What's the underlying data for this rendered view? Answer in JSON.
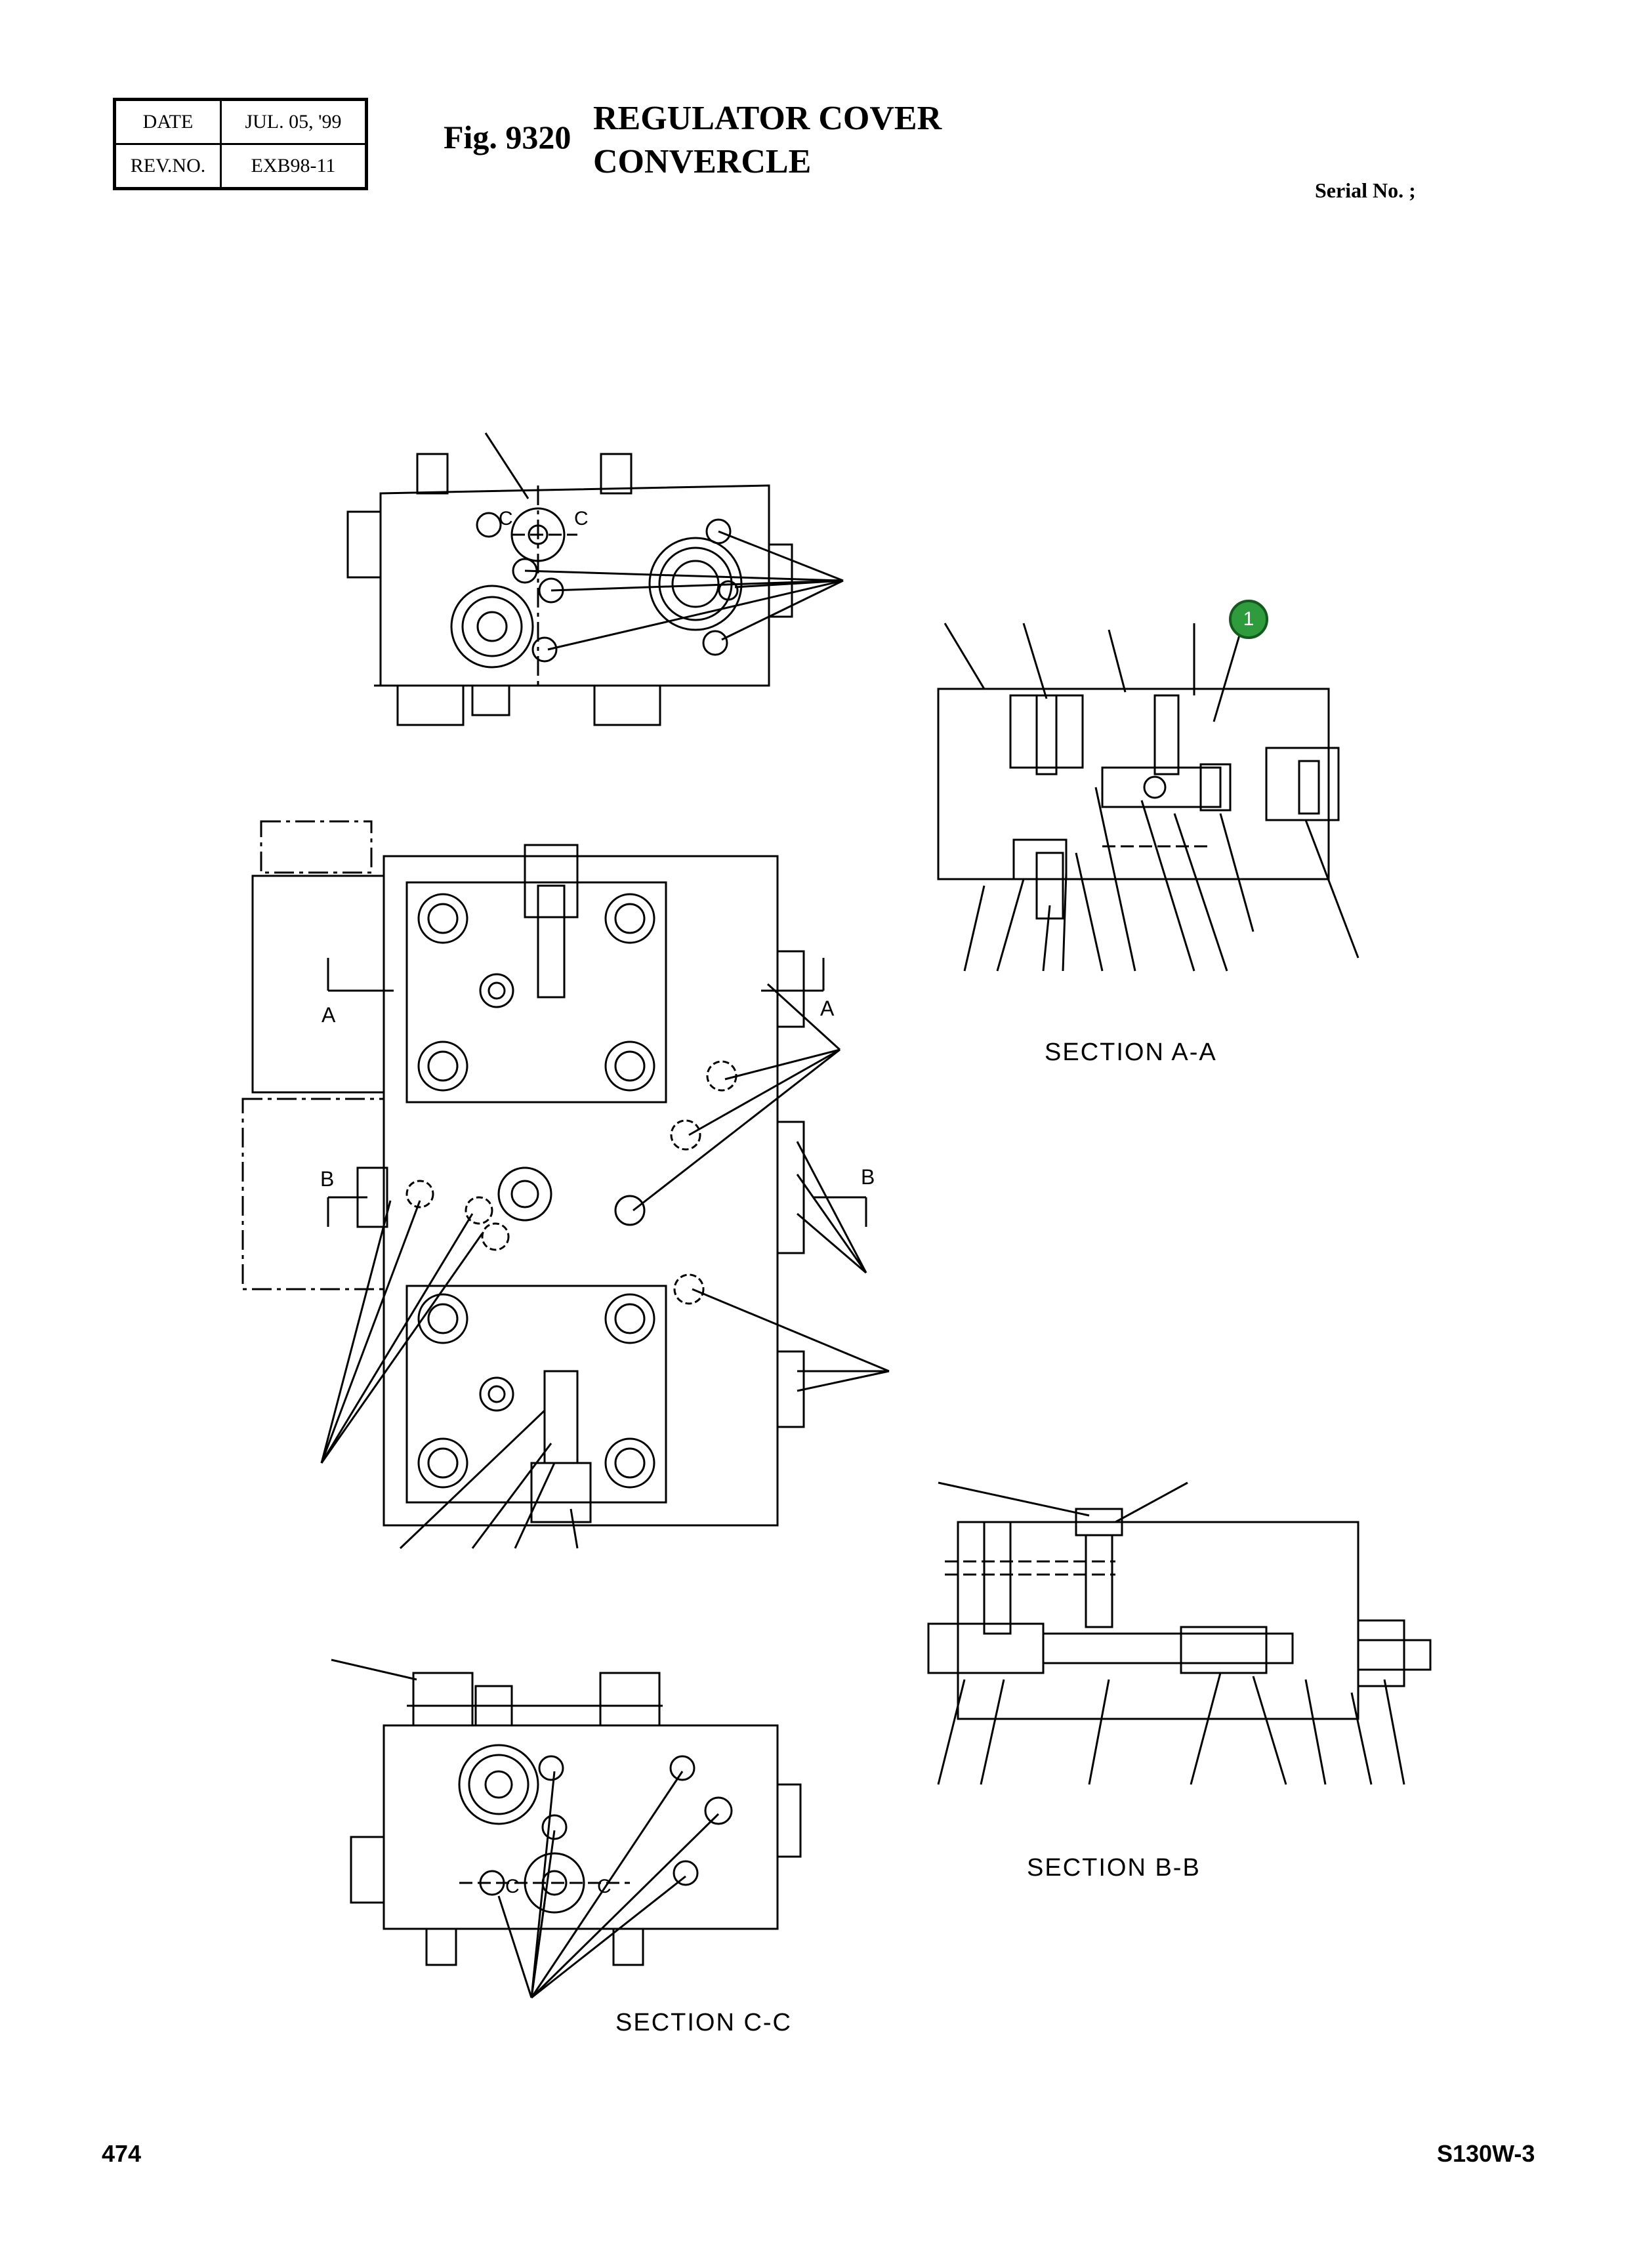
{
  "header": {
    "date_label": "DATE",
    "date_value": "JUL. 05, '99",
    "rev_label": "REV.NO.",
    "rev_value": "EXB98-11",
    "fig_label": "Fig. 9320",
    "title_line1": "REGULATOR COVER",
    "title_line2": "CONVERCLE",
    "serial": "Serial No. ;"
  },
  "drawing": {
    "sections": {
      "aa": "SECTION  A-A",
      "bb": "SECTION  B-B",
      "cc": "SECTION  C-C"
    },
    "cut_marks": {
      "a": "A",
      "b": "B",
      "c": "C"
    },
    "callout": "1",
    "callout_color": "#2e9b3c"
  },
  "footer": {
    "page": "474",
    "model": "S130W-3"
  }
}
